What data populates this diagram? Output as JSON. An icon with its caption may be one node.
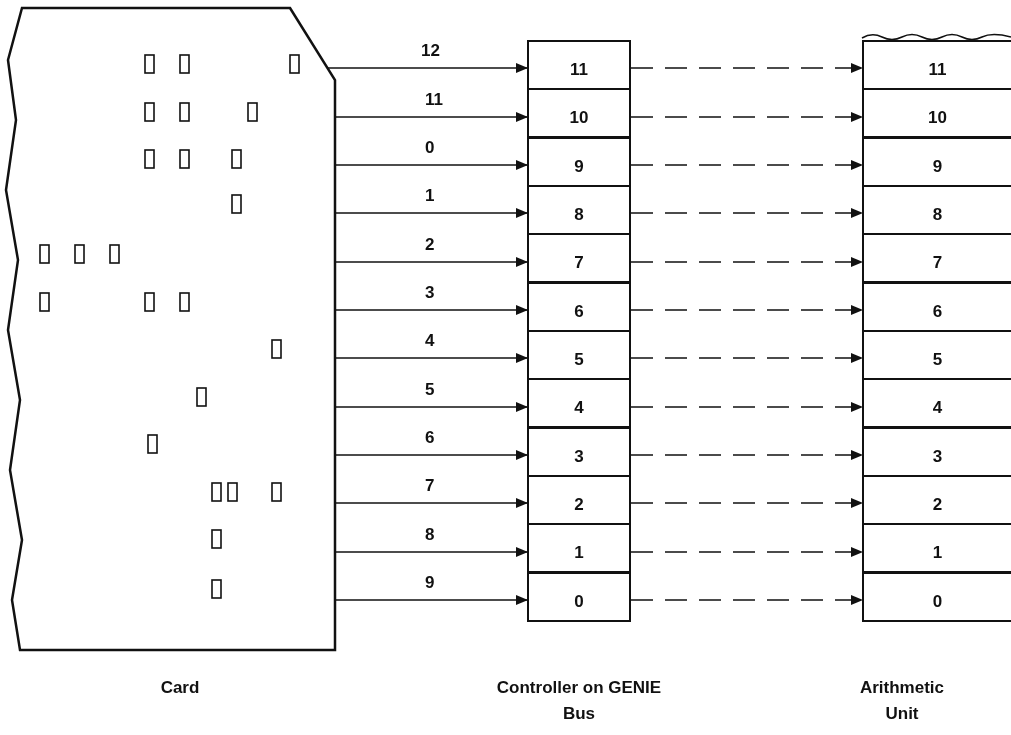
{
  "diagram": {
    "nodes": [
      {
        "text": [
          "Card"
        ]
      },
      {
        "text": [
          "Controller on GENIE Bus"
        ]
      },
      {
        "text": [
          "11"
        ],
        "in": 1
      },
      {
        "text": [
          "10"
        ],
        "in": 1
      },
      {
        "text": [
          "9"
        ],
        "in": 1
      },
      {
        "text": [
          "8"
        ],
        "in": 1
      },
      {
        "text": [
          "7"
        ],
        "in": 1
      },
      {
        "text": [
          "6"
        ],
        "in": 1
      },
      {
        "text": [
          "5"
        ],
        "in": 1
      },
      {
        "text": [
          "4"
        ],
        "in": 1
      },
      {
        "text": [
          "3"
        ],
        "in": 1
      },
      {
        "text": [
          "2"
        ],
        "in": 1
      },
      {
        "text": [
          "1"
        ],
        "in": 1
      },
      {
        "text": [
          "0"
        ],
        "in": 1
      },
      {
        "text": [
          "Arithmetic Unit"
        ]
      },
      {
        "text": [
          "11"
        ],
        "in": 14
      },
      {
        "text": [
          "10"
        ],
        "in": 14
      },
      {
        "text": [
          "9"
        ],
        "in": 14
      },
      {
        "text": [
          "8"
        ],
        "in": 14
      },
      {
        "text": [
          "7"
        ],
        "in": 14
      },
      {
        "text": [
          "6"
        ],
        "in": 14
      },
      {
        "text": [
          "5"
        ],
        "in": 14
      },
      {
        "text": [
          "4"
        ],
        "in": 14
      },
      {
        "text": [
          "3"
        ],
        "in": 14
      },
      {
        "text": [
          "2"
        ],
        "in": 14
      },
      {
        "text": [
          "1"
        ],
        "in": 14
      },
      {
        "text": [
          "0"
        ],
        "in": 14
      }
    ],
    "edges": [
      {
        "from": 0,
        "to": 2,
        "arrow": "to",
        "label": "12"
      },
      {
        "from": 0,
        "to": 3,
        "arrow": "to",
        "label": "11"
      },
      {
        "from": 0,
        "to": 4,
        "arrow": "to",
        "label": "0"
      },
      {
        "from": 0,
        "to": 5,
        "arrow": "to",
        "label": "1"
      },
      {
        "from": 0,
        "to": 6,
        "arrow": "to",
        "label": "2"
      },
      {
        "from": 0,
        "to": 7,
        "arrow": "to",
        "label": "3"
      },
      {
        "from": 0,
        "to": 8,
        "arrow": "to",
        "label": "4"
      },
      {
        "from": 0,
        "to": 9,
        "arrow": "to",
        "label": "5"
      },
      {
        "from": 0,
        "to": 10,
        "arrow": "to",
        "label": "6"
      },
      {
        "from": 0,
        "to": 11,
        "arrow": "to",
        "label": "7"
      },
      {
        "from": 0,
        "to": 12,
        "arrow": "to",
        "label": "8"
      },
      {
        "from": 0,
        "to": 13,
        "arrow": "to",
        "label": "9"
      },
      {
        "from": 2,
        "to": 15,
        "arrow": "to",
        "style": "dashed"
      },
      {
        "from": 3,
        "to": 16,
        "arrow": "to",
        "style": "dashed"
      },
      {
        "from": 4,
        "to": 17,
        "arrow": "to",
        "style": "dashed"
      },
      {
        "from": 5,
        "to": 18,
        "arrow": "to",
        "style": "dashed"
      },
      {
        "from": 6,
        "to": 19,
        "arrow": "to",
        "style": "dashed"
      },
      {
        "from": 7,
        "to": 20,
        "arrow": "to",
        "style": "dashed"
      },
      {
        "from": 8,
        "to": 21,
        "arrow": "to",
        "style": "dashed"
      },
      {
        "from": 9,
        "to": 22,
        "arrow": "to",
        "style": "dashed"
      },
      {
        "from": 10,
        "to": 23,
        "arrow": "to",
        "style": "dashed"
      },
      {
        "from": 11,
        "to": 24,
        "arrow": "to",
        "style": "dashed"
      },
      {
        "from": 12,
        "to": 25,
        "arrow": "to",
        "style": "dashed"
      },
      {
        "from": 13,
        "to": 26,
        "arrow": "to",
        "style": "dashed"
      }
    ]
  }
}
